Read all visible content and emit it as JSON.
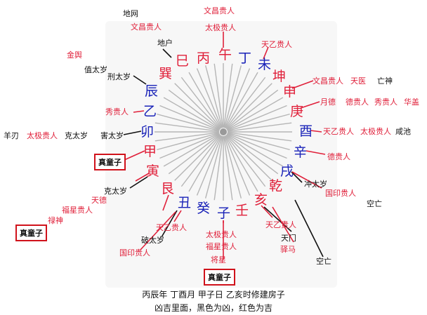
{
  "directions": [
    "午",
    "丁",
    "未",
    "坤",
    "申",
    "庚",
    "酉",
    "辛",
    "戌",
    "乾",
    "亥",
    "壬",
    "子",
    "癸",
    "丑",
    "艮",
    "寅",
    "甲",
    "卯",
    "乙",
    "辰",
    "巽",
    "巳",
    "丙"
  ],
  "labels": [
    "地网",
    "文昌贵人",
    "文昌贵人",
    "太极贵人",
    "地户",
    "天乙贵人",
    "金舆",
    "值太岁",
    "刑太岁",
    "文昌贵人",
    "天医",
    "亡神",
    "月德",
    "德贵人",
    "秀贵人",
    "华盖",
    "秀贵人",
    "羊刃",
    "太极贵人",
    "克太岁",
    "害太岁",
    "天乙贵人",
    "太极贵人",
    "咸池",
    "德贵人",
    "冲太岁",
    "克太岁",
    "天德",
    "国印贵人",
    "空亡",
    "福星贵人",
    "禄神",
    "天乙贵人",
    "天乙贵人",
    "太极贵人",
    "天门",
    "破太岁",
    "福星贵人",
    "驿马",
    "国印贵人",
    "将星",
    "空亡"
  ],
  "boxed": [
    "真童子",
    "真童子",
    "真童子"
  ],
  "caption": {
    "line1": "丙辰年    丁酉月    甲子日    乙亥时修建房子",
    "line2": "凶吉里面，黑色为凶，红色为吉"
  },
  "colors": {
    "lucky": "#e0203a",
    "unlucky": "#111111",
    "direction_blue": "#1a23b8",
    "box": "#d0121b",
    "spoke": "#b5b5b5"
  }
}
